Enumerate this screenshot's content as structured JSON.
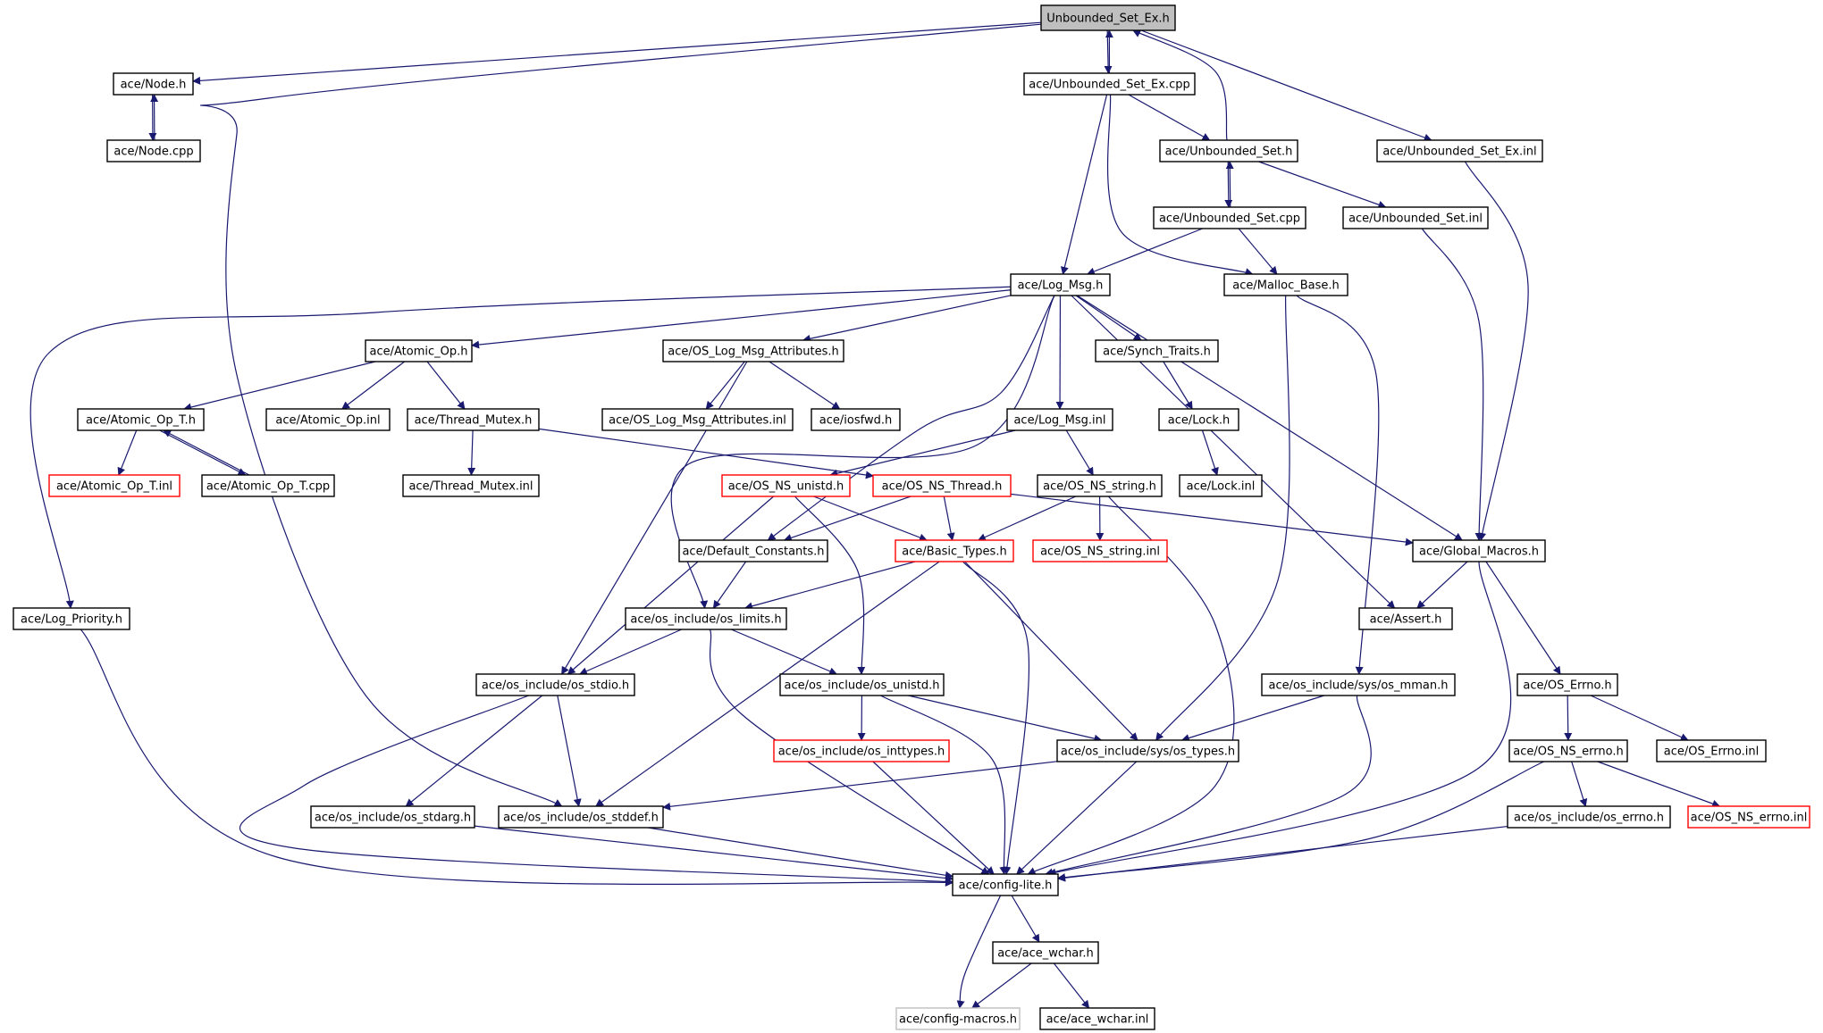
{
  "colors": {
    "edge": "#191970",
    "border_normal": "#000000",
    "border_truncated": "#ff0000",
    "border_external": "#bfbfbf",
    "root_fill": "#bfbfbf",
    "fill": "#ffffff"
  },
  "nodes": [
    {
      "id": "root",
      "label": "Unbounded_Set_Ex.h",
      "kind": "root"
    },
    {
      "id": "node_h",
      "label": "ace/Node.h",
      "kind": "normal"
    },
    {
      "id": "node_cpp",
      "label": "ace/Node.cpp",
      "kind": "normal"
    },
    {
      "id": "usetex_cpp",
      "label": "ace/Unbounded_Set_Ex.cpp",
      "kind": "normal"
    },
    {
      "id": "uset_h",
      "label": "ace/Unbounded_Set.h",
      "kind": "normal"
    },
    {
      "id": "usetex_inl",
      "label": "ace/Unbounded_Set_Ex.inl",
      "kind": "normal"
    },
    {
      "id": "uset_cpp",
      "label": "ace/Unbounded_Set.cpp",
      "kind": "normal"
    },
    {
      "id": "uset_inl",
      "label": "ace/Unbounded_Set.inl",
      "kind": "normal"
    },
    {
      "id": "logmsg_h",
      "label": "ace/Log_Msg.h",
      "kind": "normal"
    },
    {
      "id": "malloc_h",
      "label": "ace/Malloc_Base.h",
      "kind": "normal"
    },
    {
      "id": "atomic_h",
      "label": "ace/Atomic_Op.h",
      "kind": "normal"
    },
    {
      "id": "oslogattr_h",
      "label": "ace/OS_Log_Msg_Attributes.h",
      "kind": "normal"
    },
    {
      "id": "synch_h",
      "label": "ace/Synch_Traits.h",
      "kind": "normal"
    },
    {
      "id": "atomict_h",
      "label": "ace/Atomic_Op_T.h",
      "kind": "normal"
    },
    {
      "id": "atomic_inl",
      "label": "ace/Atomic_Op.inl",
      "kind": "normal"
    },
    {
      "id": "tmutex_h",
      "label": "ace/Thread_Mutex.h",
      "kind": "normal"
    },
    {
      "id": "oslogattr_inl",
      "label": "ace/OS_Log_Msg_Attributes.inl",
      "kind": "normal"
    },
    {
      "id": "iosfwd_h",
      "label": "ace/iosfwd.h",
      "kind": "normal"
    },
    {
      "id": "logmsg_inl",
      "label": "ace/Log_Msg.inl",
      "kind": "normal"
    },
    {
      "id": "lock_h",
      "label": "ace/Lock.h",
      "kind": "normal"
    },
    {
      "id": "atomict_inl",
      "label": "ace/Atomic_Op_T.inl",
      "kind": "truncated"
    },
    {
      "id": "atomict_cpp",
      "label": "ace/Atomic_Op_T.cpp",
      "kind": "normal"
    },
    {
      "id": "tmutex_inl",
      "label": "ace/Thread_Mutex.inl",
      "kind": "normal"
    },
    {
      "id": "osunistd_h",
      "label": "ace/OS_NS_unistd.h",
      "kind": "truncated"
    },
    {
      "id": "osthread_h",
      "label": "ace/OS_NS_Thread.h",
      "kind": "truncated"
    },
    {
      "id": "osstring_h",
      "label": "ace/OS_NS_string.h",
      "kind": "normal"
    },
    {
      "id": "lock_inl",
      "label": "ace/Lock.inl",
      "kind": "normal"
    },
    {
      "id": "defconst_h",
      "label": "ace/Default_Constants.h",
      "kind": "normal"
    },
    {
      "id": "basictypes_h",
      "label": "ace/Basic_Types.h",
      "kind": "truncated"
    },
    {
      "id": "osstring_inl",
      "label": "ace/OS_NS_string.inl",
      "kind": "truncated"
    },
    {
      "id": "globalmac_h",
      "label": "ace/Global_Macros.h",
      "kind": "normal"
    },
    {
      "id": "logprio_h",
      "label": "ace/Log_Priority.h",
      "kind": "normal"
    },
    {
      "id": "oslimits_h",
      "label": "ace/os_include/os_limits.h",
      "kind": "normal"
    },
    {
      "id": "assert_h",
      "label": "ace/Assert.h",
      "kind": "normal"
    },
    {
      "id": "osstdio_h",
      "label": "ace/os_include/os_stdio.h",
      "kind": "normal"
    },
    {
      "id": "osunistd2_h",
      "label": "ace/os_include/os_unistd.h",
      "kind": "normal"
    },
    {
      "id": "osmman_h",
      "label": "ace/os_include/sys/os_mman.h",
      "kind": "normal"
    },
    {
      "id": "oserrno_h",
      "label": "ace/OS_Errno.h",
      "kind": "normal"
    },
    {
      "id": "osinttypes_h",
      "label": "ace/os_include/os_inttypes.h",
      "kind": "truncated"
    },
    {
      "id": "ostypes_h",
      "label": "ace/os_include/sys/os_types.h",
      "kind": "normal"
    },
    {
      "id": "osnserrno_h",
      "label": "ace/OS_NS_errno.h",
      "kind": "normal"
    },
    {
      "id": "oserrno_inl",
      "label": "ace/OS_Errno.inl",
      "kind": "normal"
    },
    {
      "id": "osstdarg_h",
      "label": "ace/os_include/os_stdarg.h",
      "kind": "normal"
    },
    {
      "id": "osstddef_h",
      "label": "ace/os_include/os_stddef.h",
      "kind": "normal"
    },
    {
      "id": "oserrno2_h",
      "label": "ace/os_include/os_errno.h",
      "kind": "normal"
    },
    {
      "id": "osnserrno_inl",
      "label": "ace/OS_NS_errno.inl",
      "kind": "truncated"
    },
    {
      "id": "configlite_h",
      "label": "ace/config-lite.h",
      "kind": "normal"
    },
    {
      "id": "acewchar_h",
      "label": "ace/ace_wchar.h",
      "kind": "normal"
    },
    {
      "id": "configmacros_h",
      "label": "ace/config-macros.h",
      "kind": "external"
    },
    {
      "id": "acewchar_inl",
      "label": "ace/ace_wchar.inl",
      "kind": "normal"
    }
  ],
  "edges": [
    [
      "root",
      "node_h"
    ],
    [
      "root",
      "usetex_cpp"
    ],
    [
      "root",
      "usetex_inl"
    ],
    [
      "root",
      "osstddef_h"
    ],
    [
      "node_h",
      "node_cpp"
    ],
    [
      "node_cpp",
      "node_h"
    ],
    [
      "usetex_cpp",
      "root"
    ],
    [
      "usetex_cpp",
      "uset_h"
    ],
    [
      "usetex_cpp",
      "logmsg_h"
    ],
    [
      "usetex_cpp",
      "malloc_h"
    ],
    [
      "uset_h",
      "root"
    ],
    [
      "uset_h",
      "uset_cpp"
    ],
    [
      "uset_h",
      "uset_inl"
    ],
    [
      "uset_cpp",
      "uset_h"
    ],
    [
      "uset_cpp",
      "logmsg_h"
    ],
    [
      "uset_cpp",
      "malloc_h"
    ],
    [
      "usetex_inl",
      "globalmac_h"
    ],
    [
      "uset_inl",
      "globalmac_h"
    ],
    [
      "logmsg_h",
      "atomic_h"
    ],
    [
      "logmsg_h",
      "oslogattr_h"
    ],
    [
      "logmsg_h",
      "synch_h"
    ],
    [
      "logmsg_h",
      "logmsg_inl"
    ],
    [
      "logmsg_h",
      "logprio_h"
    ],
    [
      "logmsg_h",
      "defconst_h"
    ],
    [
      "logmsg_h",
      "oslimits_h"
    ],
    [
      "logmsg_h",
      "globalmac_h"
    ],
    [
      "logmsg_h",
      "assert_h"
    ],
    [
      "malloc_h",
      "ostypes_h"
    ],
    [
      "malloc_h",
      "osmman_h"
    ],
    [
      "atomic_h",
      "atomict_h"
    ],
    [
      "atomic_h",
      "atomic_inl"
    ],
    [
      "atomic_h",
      "tmutex_h"
    ],
    [
      "oslogattr_h",
      "oslogattr_inl"
    ],
    [
      "oslogattr_h",
      "iosfwd_h"
    ],
    [
      "oslogattr_h",
      "osstdio_h"
    ],
    [
      "synch_h",
      "lock_h"
    ],
    [
      "lock_h",
      "lock_inl"
    ],
    [
      "atomict_h",
      "atomict_inl"
    ],
    [
      "atomict_h",
      "atomict_cpp"
    ],
    [
      "atomict_cpp",
      "atomict_h"
    ],
    [
      "tmutex_h",
      "tmutex_inl"
    ],
    [
      "tmutex_h",
      "osthread_h"
    ],
    [
      "logmsg_inl",
      "osunistd_h"
    ],
    [
      "logmsg_inl",
      "osstring_h"
    ],
    [
      "osunistd_h",
      "basictypes_h"
    ],
    [
      "osunistd_h",
      "osstdio_h"
    ],
    [
      "osunistd_h",
      "osunistd2_h"
    ],
    [
      "osthread_h",
      "defconst_h"
    ],
    [
      "osthread_h",
      "basictypes_h"
    ],
    [
      "osthread_h",
      "globalmac_h"
    ],
    [
      "osstring_h",
      "basictypes_h"
    ],
    [
      "osstring_h",
      "osstring_inl"
    ],
    [
      "osstring_h",
      "configlite_h"
    ],
    [
      "defconst_h",
      "oslimits_h"
    ],
    [
      "basictypes_h",
      "oslimits_h"
    ],
    [
      "basictypes_h",
      "osstddef_h"
    ],
    [
      "basictypes_h",
      "ostypes_h"
    ],
    [
      "basictypes_h",
      "configlite_h"
    ],
    [
      "globalmac_h",
      "assert_h"
    ],
    [
      "globalmac_h",
      "oserrno_h"
    ],
    [
      "globalmac_h",
      "configlite_h"
    ],
    [
      "oslimits_h",
      "osstdio_h"
    ],
    [
      "oslimits_h",
      "osunistd2_h"
    ],
    [
      "oslimits_h",
      "configlite_h"
    ],
    [
      "osstdio_h",
      "osstdarg_h"
    ],
    [
      "osstdio_h",
      "osstddef_h"
    ],
    [
      "osstdio_h",
      "configlite_h"
    ],
    [
      "osunistd2_h",
      "osinttypes_h"
    ],
    [
      "osunistd2_h",
      "ostypes_h"
    ],
    [
      "osunistd2_h",
      "configlite_h"
    ],
    [
      "osmman_h",
      "ostypes_h"
    ],
    [
      "osmman_h",
      "configlite_h"
    ],
    [
      "oserrno_h",
      "osnserrno_h"
    ],
    [
      "oserrno_h",
      "oserrno_inl"
    ],
    [
      "osnserrno_h",
      "oserrno2_h"
    ],
    [
      "osnserrno_h",
      "osnserrno_inl"
    ],
    [
      "osnserrno_h",
      "configlite_h"
    ],
    [
      "osinttypes_h",
      "configlite_h"
    ],
    [
      "ostypes_h",
      "osstddef_h"
    ],
    [
      "ostypes_h",
      "configlite_h"
    ],
    [
      "osstdarg_h",
      "configlite_h"
    ],
    [
      "osstddef_h",
      "configlite_h"
    ],
    [
      "oserrno2_h",
      "configlite_h"
    ],
    [
      "logprio_h",
      "configlite_h"
    ],
    [
      "configlite_h",
      "acewchar_h"
    ],
    [
      "configlite_h",
      "configmacros_h"
    ],
    [
      "acewchar_h",
      "configmacros_h"
    ],
    [
      "acewchar_h",
      "acewchar_inl"
    ]
  ]
}
